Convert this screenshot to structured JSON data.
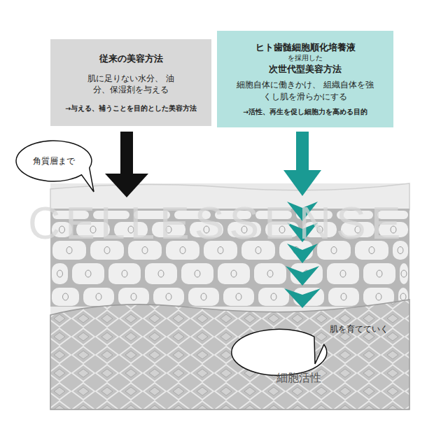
{
  "diagram": {
    "nodes": [
      {
        "text": [
          "従来の美容方法",
          "肌に足りない水分、 油分、保湿剤を与える",
          "→与える、補うことを目的とした美容方法"
        ]
      },
      {
        "text": [
          "ヒト歯髄細胞順化培養液",
          "を採用した",
          "次世代型美容方法",
          "細胞自体に働きかけ、 組織自体を強くし肌を滑らかにする",
          "→活性、再生を促し細胞力を高める目的"
        ]
      },
      {
        "text": [
          "角質層まで"
        ]
      },
      {
        "text": [
          "肌を育てていく"
        ]
      }
    ],
    "labels": [
      "細胞活性",
      "CELLESSENSE"
    ]
  }
}
